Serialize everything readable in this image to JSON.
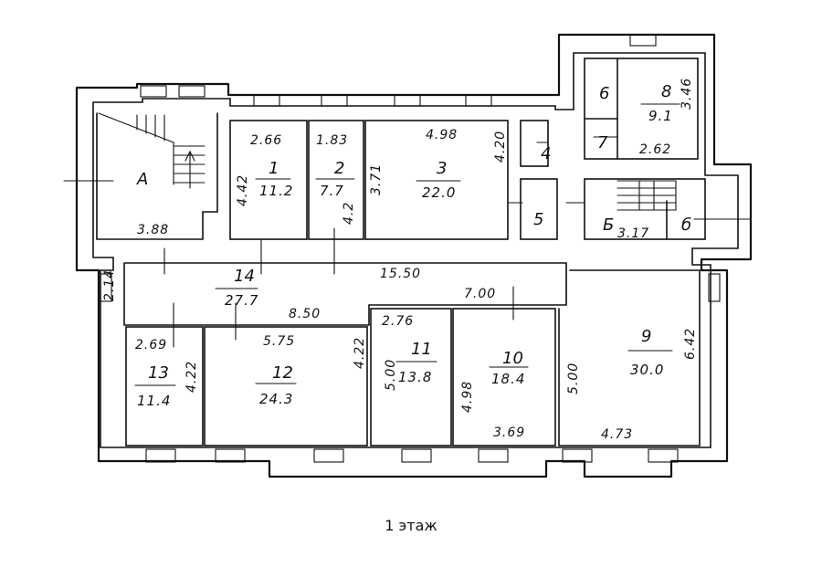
{
  "caption": "1 этаж",
  "rooms": [
    {
      "id": "A",
      "label": "А",
      "dims": [
        "3.88"
      ]
    },
    {
      "id": "1",
      "label": "1",
      "area": "11.2",
      "dims": [
        "2.66",
        "4.42"
      ]
    },
    {
      "id": "2",
      "label": "2",
      "area": "7.7",
      "dims": [
        "1.83",
        "4.2"
      ]
    },
    {
      "id": "3",
      "label": "3",
      "area": "22.0",
      "dims": [
        "4.98",
        "3.71",
        "4.20"
      ]
    },
    {
      "id": "4",
      "label": "4"
    },
    {
      "id": "5",
      "label": "5"
    },
    {
      "id": "6",
      "label": "6"
    },
    {
      "id": "7",
      "label": "7"
    },
    {
      "id": "8",
      "label": "8",
      "area": "9.1",
      "dims": [
        "3.46",
        "2.62"
      ]
    },
    {
      "id": "B",
      "label": "Б",
      "dims": [
        "3.17"
      ]
    },
    {
      "id": "6b",
      "label": "б"
    },
    {
      "id": "14",
      "label": "14",
      "area": "27.7",
      "dims": [
        "2.14",
        "15.50",
        "7.00",
        "8.50"
      ]
    },
    {
      "id": "13",
      "label": "13",
      "area": "11.4",
      "dims": [
        "2.69",
        "4.22"
      ]
    },
    {
      "id": "12",
      "label": "12",
      "area": "24.3",
      "dims": [
        "5.75",
        "4.22"
      ]
    },
    {
      "id": "11",
      "label": "11",
      "area": "13.8",
      "dims": [
        "2.76",
        "5.00"
      ]
    },
    {
      "id": "10",
      "label": "10",
      "area": "18.4",
      "dims": [
        "4.98",
        "3.69"
      ]
    },
    {
      "id": "9",
      "label": "9",
      "area": "30.0",
      "dims": [
        "5.00",
        "6.42",
        "4.73"
      ]
    }
  ]
}
